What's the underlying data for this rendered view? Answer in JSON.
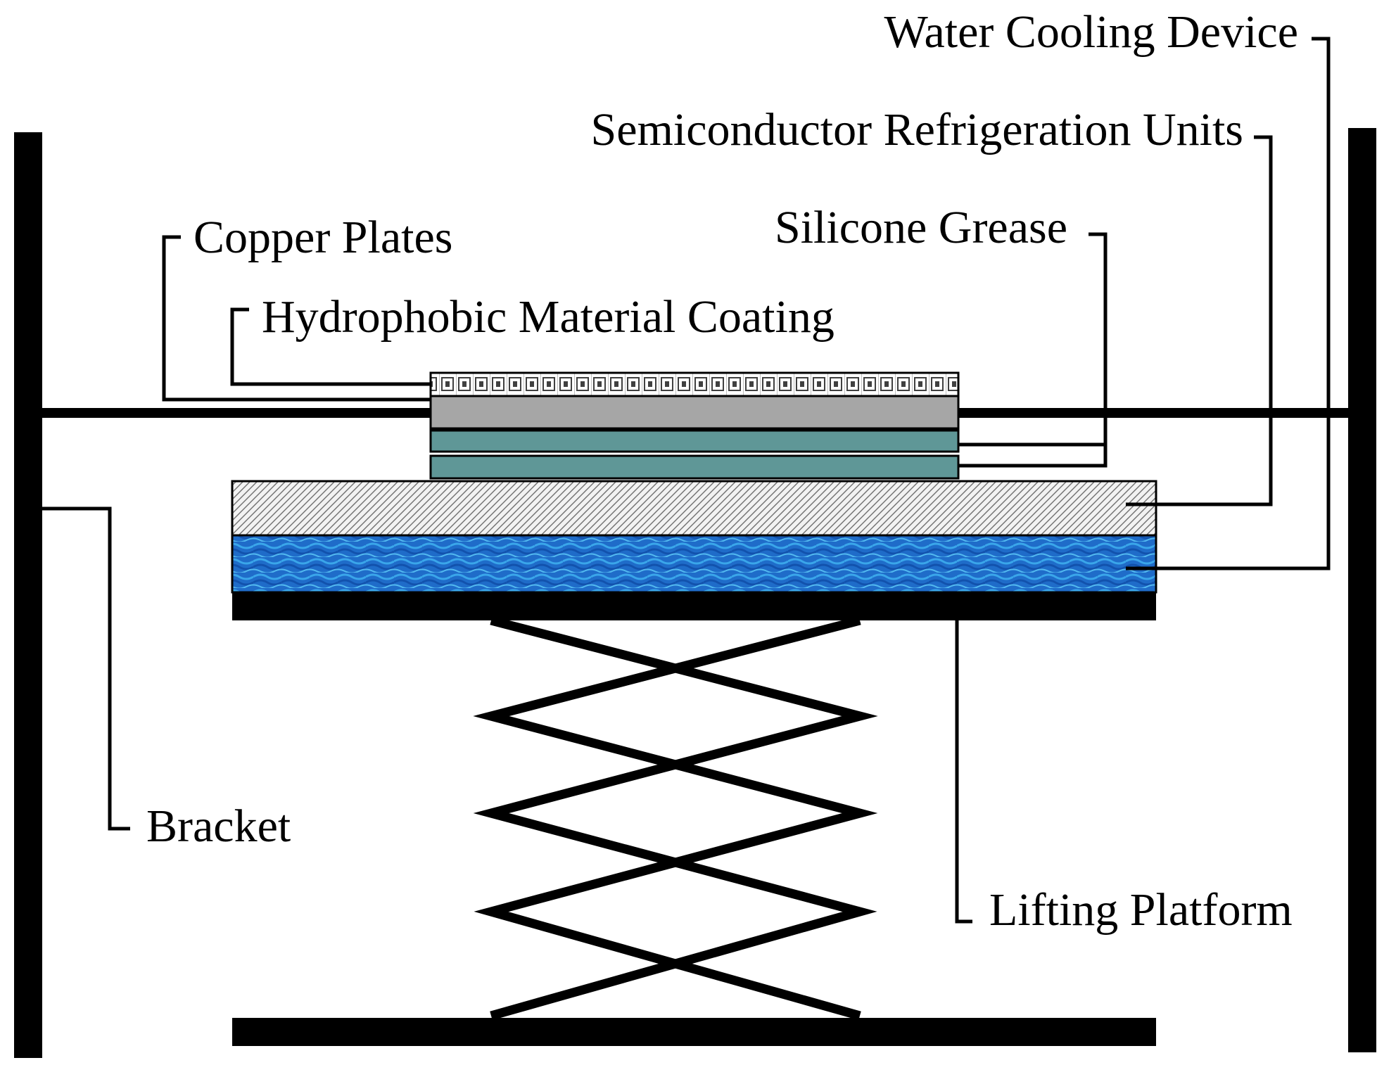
{
  "colors": {
    "ink": "#000000",
    "background": "#ffffff",
    "copper_plate": "#a6a6a6",
    "semiconductor_unit": "#5f9797",
    "refrigeration_hatch_bg": "#f2f2f2",
    "water_cooling_dark": "#1457b5",
    "water_cooling_light": "#35a2e6"
  },
  "labels": {
    "water_cooling_device": "Water Cooling Device",
    "semiconductor_refrigeration_units": "Semiconductor Refrigeration Units",
    "silicone_grease": "Silicone Grease",
    "copper_plates": "Copper Plates",
    "hydrophobic_material_coating": "Hydrophobic Material Coating",
    "bracket": "Bracket",
    "lifting_platform": "Lifting Platform"
  }
}
